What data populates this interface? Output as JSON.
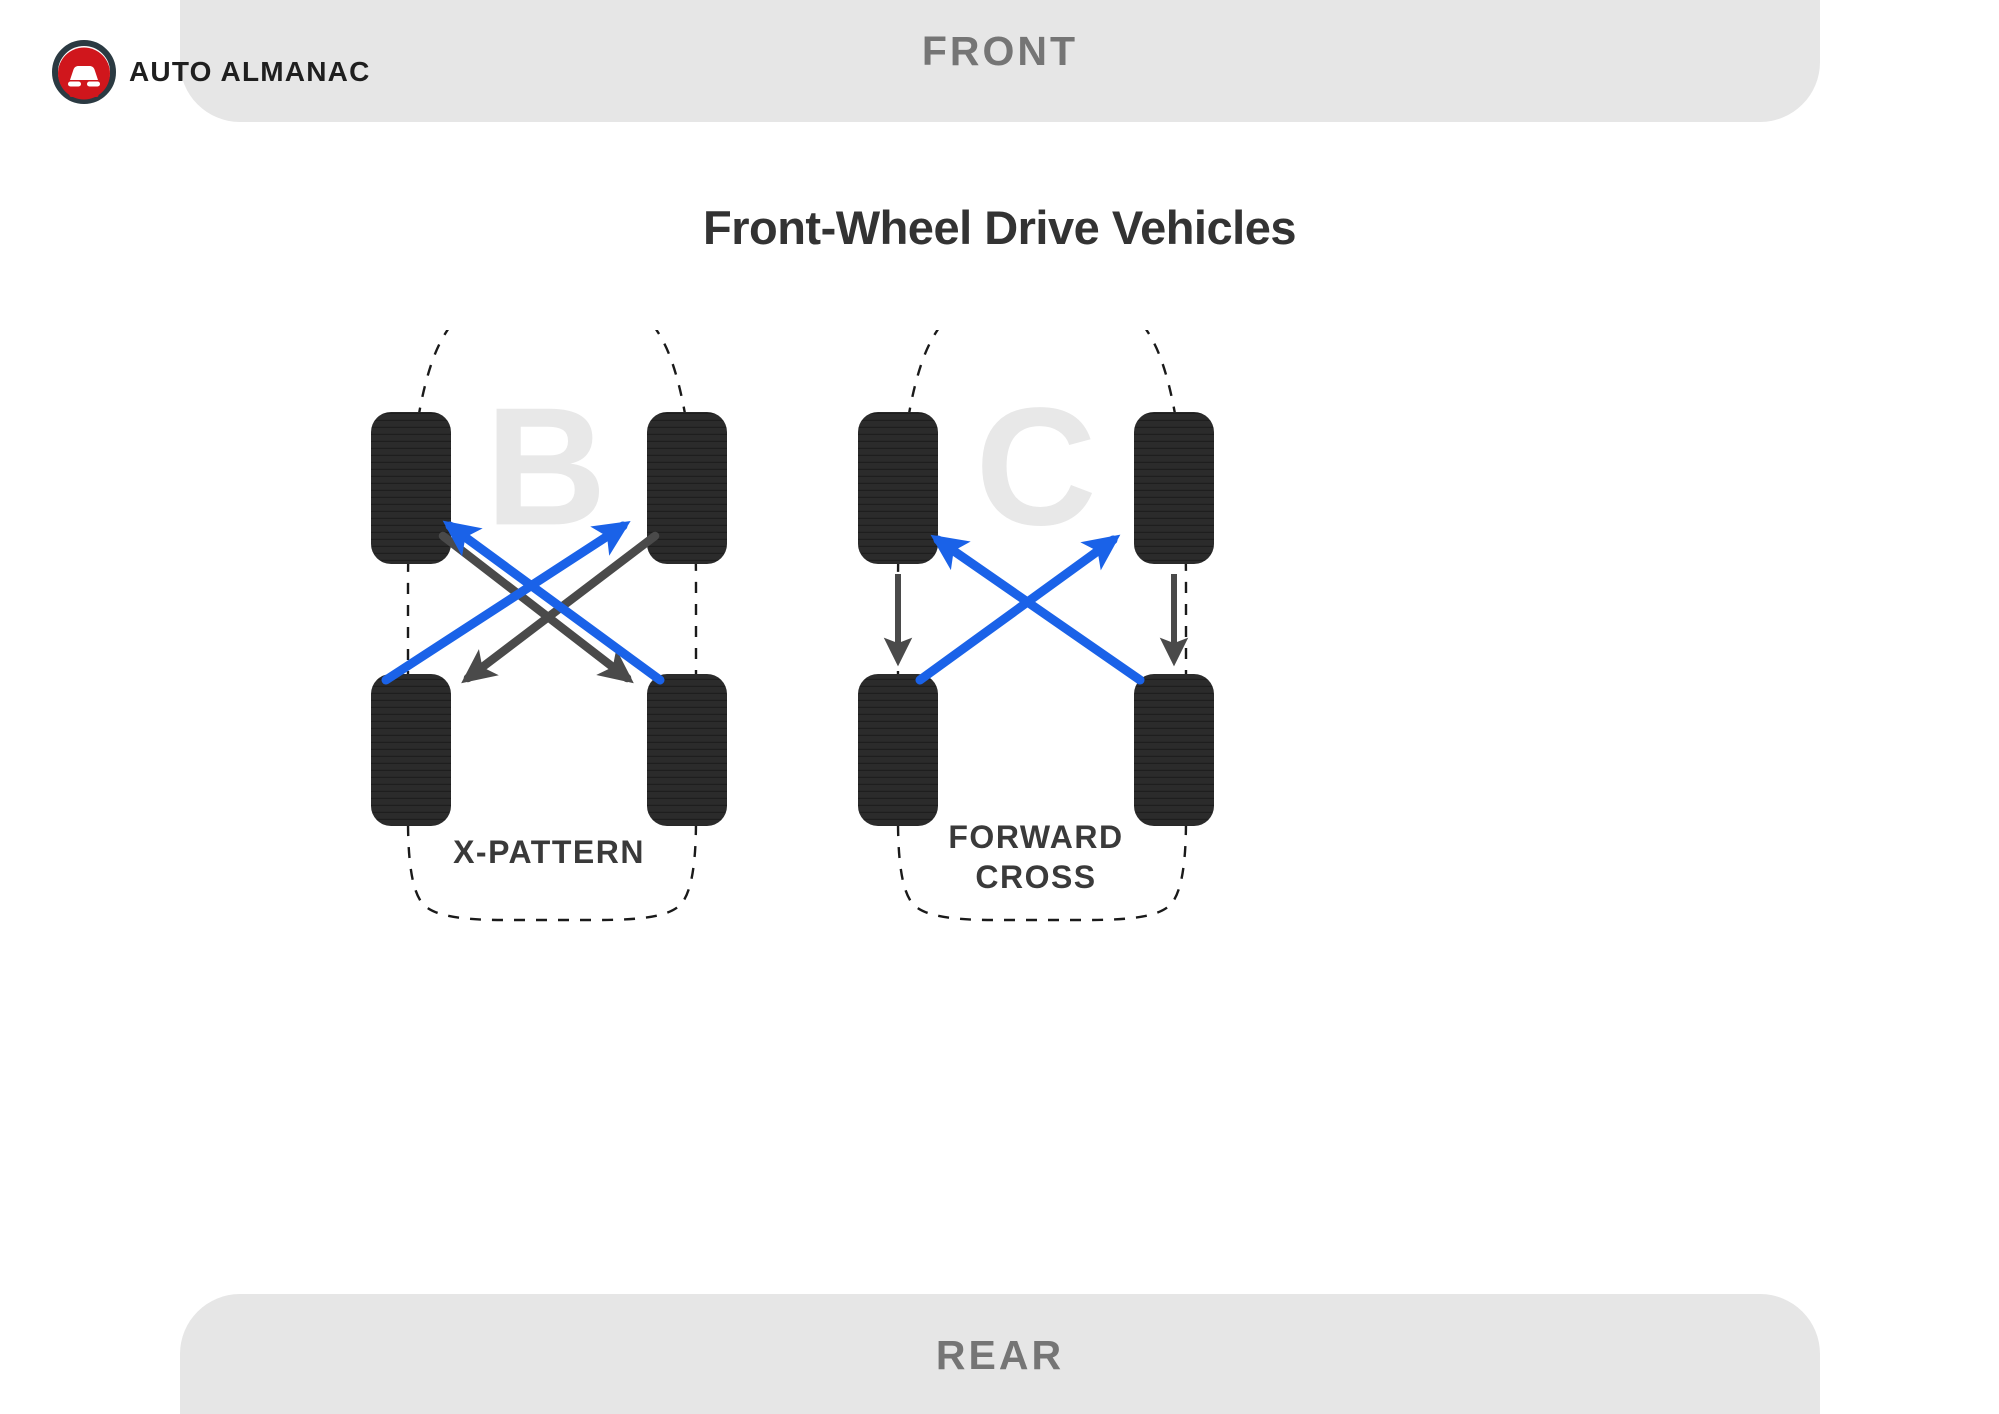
{
  "brand": {
    "name": "AUTO ALMANAC",
    "logo_icon": "car-badge-icon",
    "ring_color": "#2b3a42",
    "disc_color": "#d0161c",
    "car_color": "#ffffff"
  },
  "header": {
    "front_label": "FRONT",
    "banner_color": "#e6e6e6",
    "label_color": "#757575"
  },
  "footer": {
    "rear_label": "REAR",
    "banner_color": "#e6e6e6",
    "label_color": "#757575"
  },
  "title": "Front-Wheel Drive Vehicles",
  "colors": {
    "tire": "#2b2b2b",
    "blue_arrow": "#1a62e8",
    "gray_arrow": "#4a4a4a",
    "watermark": "#e8e8e8",
    "outline_dash": "#1a1a1a",
    "label_text": "#3a3a3a"
  },
  "diagrams": [
    {
      "id": "diagram-b",
      "watermark": "B",
      "pattern_label": "X-PATTERN",
      "label_lines": [
        "X-PATTERN"
      ],
      "tires": [
        {
          "position": "front-left",
          "name": "tire-front-left"
        },
        {
          "position": "front-right",
          "name": "tire-front-right"
        },
        {
          "position": "rear-left",
          "name": "tire-rear-left"
        },
        {
          "position": "rear-right",
          "name": "tire-rear-right"
        }
      ],
      "movements": [
        {
          "from": "rear-right",
          "to": "front-left",
          "color": "blue",
          "style": "diagonal"
        },
        {
          "from": "rear-left",
          "to": "front-right",
          "color": "blue",
          "style": "diagonal"
        },
        {
          "from": "front-left",
          "to": "rear-right",
          "color": "gray",
          "style": "diagonal"
        },
        {
          "from": "front-right",
          "to": "rear-left",
          "color": "gray",
          "style": "diagonal"
        }
      ]
    },
    {
      "id": "diagram-c",
      "watermark": "C",
      "pattern_label": "FORWARD CROSS",
      "label_lines": [
        "FORWARD",
        "CROSS"
      ],
      "tires": [
        {
          "position": "front-left",
          "name": "tire-front-left"
        },
        {
          "position": "front-right",
          "name": "tire-front-right"
        },
        {
          "position": "rear-left",
          "name": "tire-rear-left"
        },
        {
          "position": "rear-right",
          "name": "tire-rear-right"
        }
      ],
      "movements": [
        {
          "from": "front-left",
          "to": "rear-left",
          "color": "gray",
          "style": "straight"
        },
        {
          "from": "front-right",
          "to": "rear-right",
          "color": "gray",
          "style": "straight"
        },
        {
          "from": "rear-right",
          "to": "front-left",
          "color": "blue",
          "style": "diagonal"
        },
        {
          "from": "rear-left",
          "to": "front-right",
          "color": "blue",
          "style": "diagonal"
        }
      ]
    }
  ]
}
